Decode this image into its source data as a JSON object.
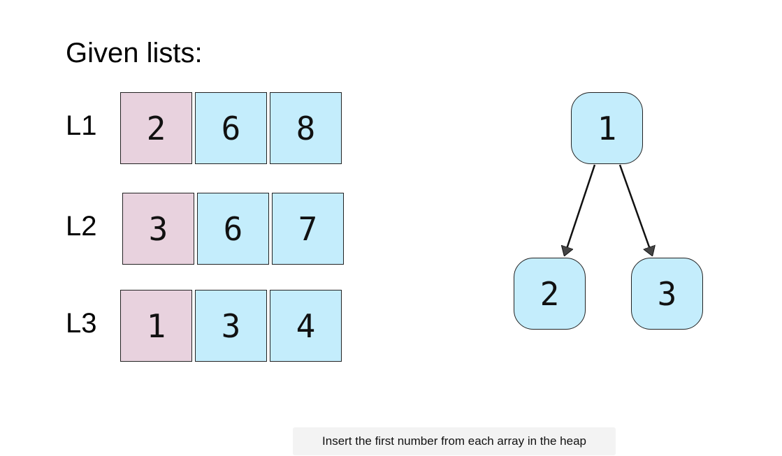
{
  "title": "Given lists:",
  "lists": [
    {
      "label": "L1",
      "values": [
        "2",
        "6",
        "8"
      ]
    },
    {
      "label": "L2",
      "values": [
        "3",
        "6",
        "7"
      ]
    },
    {
      "label": "L3",
      "values": [
        "1",
        "3",
        "4"
      ]
    }
  ],
  "heap": {
    "root": "1",
    "left": "2",
    "right": "3"
  },
  "caption": "Insert the first number from each array in the heap",
  "colors": {
    "head_cell": "#e8d2de",
    "tail_cell": "#c4edfc",
    "heap_node": "#c4edfc",
    "edge": "#111111",
    "caption_bg": "#f3f3f3"
  }
}
